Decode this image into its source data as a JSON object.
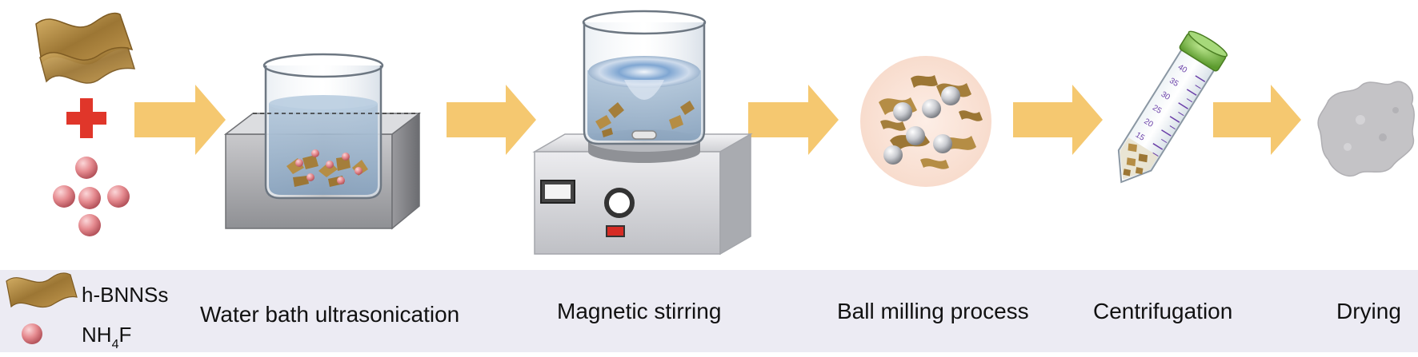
{
  "steps": [
    {
      "label": "Water bath ultrasonication"
    },
    {
      "label": "Magnetic stirring"
    },
    {
      "label": "Ball milling process"
    },
    {
      "label": "Centrifugation"
    },
    {
      "label": "Drying"
    }
  ],
  "legend": {
    "bnns_label": "h-BNNSs",
    "nh4f_main": "NH",
    "nh4f_sub": "4",
    "nh4f_tail": "F"
  },
  "tube_marks": [
    "40",
    "35",
    "30",
    "25",
    "20",
    "15"
  ],
  "colors": {
    "arrow": "#f5c870",
    "plus": "#e0362a",
    "sphere": "#e58a8f",
    "sheet": "#b58d45",
    "legend_band": "#ecebf3",
    "tube_cap": "#8bc653",
    "tube_marks": "#6a3fa8"
  }
}
